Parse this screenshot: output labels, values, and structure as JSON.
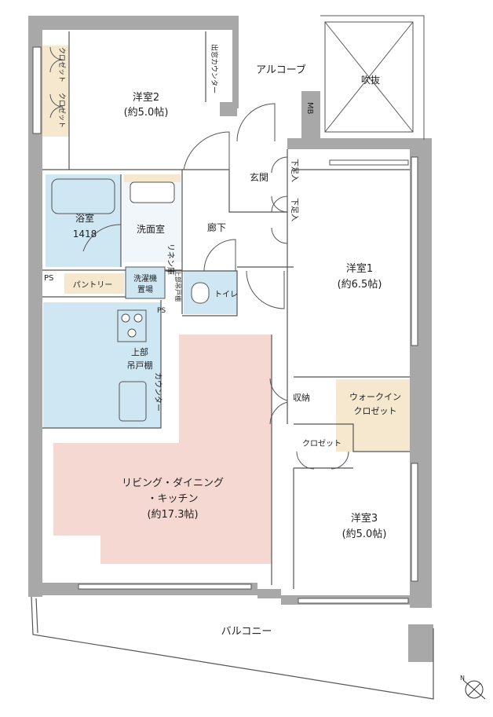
{
  "rooms": {
    "western2": {
      "name": "洋室2",
      "area": "(約5.0帖)"
    },
    "western1": {
      "name": "洋室1",
      "area": "(約6.5帖)"
    },
    "western3": {
      "name": "洋室3",
      "area": "(約5.0帖)"
    },
    "ldk": {
      "line1": "リビング・ダイニング",
      "line2": "・キッチン",
      "area": "(約17.3帖)"
    },
    "bath": {
      "name": "浴室",
      "size": "1418"
    },
    "washroom": "洗面室",
    "hallway": "廊下",
    "entrance": "玄関",
    "toilet": "トイレ",
    "alcove": "アルコーブ",
    "void": "吹抜",
    "balcony": "バルコニー",
    "walkin": {
      "line1": "ウォークイン",
      "line2": "クロゼット"
    }
  },
  "storage": {
    "closet_left_top": "クロゼット",
    "closet_left_bottom": "クロゼット",
    "closet_right": "クロゼット",
    "bay_counter": "出窓カウンター",
    "mb": "MB",
    "shoe_top": "下足入",
    "shoe_bottom": "下足入",
    "linen": "リネン庫",
    "upper_cabinet_toilet": "上部吊戸棚",
    "washer": {
      "line1": "洗濯機",
      "line2": "置場"
    },
    "pantry": "パントリー",
    "ps_top": "PS",
    "ps_mid": "PS",
    "kitchen_upper": {
      "line1": "上部",
      "line2": "吊戸棚"
    },
    "counter": "カウンター",
    "storage_small": "収納"
  },
  "compass": "N",
  "colors": {
    "wall": "#a8a8a8",
    "wet": "#cfe6f3",
    "ldk": "#f6d8d2",
    "closet": "#f5e8cf",
    "line": "#555555"
  }
}
